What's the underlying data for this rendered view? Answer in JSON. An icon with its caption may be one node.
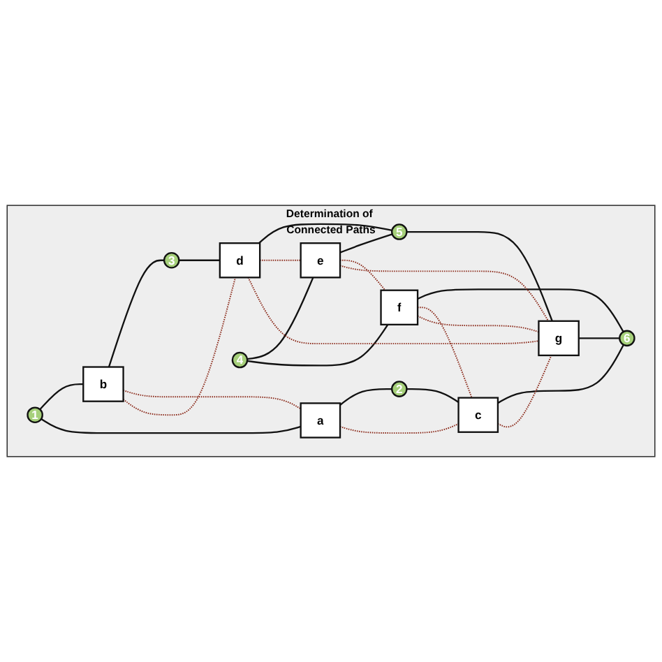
{
  "diagram": {
    "nodes": [
      {
        "text": [
          "Determination of Connected Paths"
        ]
      },
      {
        "text": [
          "1"
        ],
        "in": 0
      },
      {
        "text": [
          "a"
        ],
        "in": 0
      },
      {
        "text": [
          "b"
        ],
        "in": 0
      },
      {
        "text": [
          "2"
        ],
        "in": 0
      },
      {
        "text": [
          "3"
        ],
        "in": 0
      },
      {
        "text": [
          "c"
        ],
        "in": 0
      },
      {
        "text": [
          "4"
        ],
        "in": 0
      },
      {
        "text": [
          "d"
        ],
        "in": 0
      },
      {
        "text": [
          "e"
        ],
        "in": 0
      },
      {
        "text": [
          "f"
        ],
        "in": 0
      },
      {
        "text": [
          "5"
        ],
        "in": 0
      },
      {
        "text": [
          "g"
        ],
        "in": 0
      },
      {
        "text": [
          "6"
        ],
        "in": 0
      }
    ],
    "edges": [
      {
        "from": 1,
        "to": 3,
        "arrow": "none"
      },
      {
        "from": 3,
        "to": 5,
        "arrow": "none"
      },
      {
        "from": 1,
        "to": 2,
        "arrow": "none"
      },
      {
        "from": 2,
        "to": 4,
        "arrow": "none"
      },
      {
        "from": 4,
        "to": 6,
        "arrow": "none"
      },
      {
        "from": 6,
        "to": 13,
        "arrow": "none"
      },
      {
        "from": 5,
        "to": 8,
        "arrow": "none"
      },
      {
        "from": 8,
        "to": 11,
        "arrow": "none"
      },
      {
        "from": 7,
        "to": 9,
        "arrow": "none"
      },
      {
        "from": 9,
        "to": 11,
        "arrow": "none"
      },
      {
        "from": 7,
        "to": 10,
        "arrow": "none"
      },
      {
        "from": 10,
        "to": 13,
        "arrow": "none"
      },
      {
        "from": 11,
        "to": 12,
        "arrow": "none"
      },
      {
        "from": 12,
        "to": 13,
        "arrow": "none"
      },
      {
        "from": 3,
        "to": 2,
        "arrow": "none",
        "style": "dashed",
        "color": "#8b2a1a"
      },
      {
        "from": 2,
        "to": 6,
        "arrow": "none",
        "style": "dashed",
        "color": "#8b2a1a"
      },
      {
        "from": 3,
        "to": 8,
        "arrow": "none",
        "style": "dashed",
        "color": "#8b2a1a"
      },
      {
        "from": 8,
        "to": 9,
        "arrow": "none",
        "style": "dashed",
        "color": "#8b2a1a"
      },
      {
        "from": 9,
        "to": 10,
        "arrow": "none",
        "style": "dashed",
        "color": "#8b2a1a"
      },
      {
        "from": 10,
        "to": 6,
        "arrow": "none",
        "style": "dashed",
        "color": "#8b2a1a"
      },
      {
        "from": 6,
        "to": 12,
        "arrow": "none",
        "style": "dashed",
        "color": "#8b2a1a"
      },
      {
        "from": 8,
        "to": 12,
        "arrow": "none",
        "style": "dashed",
        "color": "#8b2a1a"
      },
      {
        "from": 9,
        "to": 12,
        "arrow": "none",
        "style": "dashed",
        "color": "#8b2a1a"
      },
      {
        "from": 10,
        "to": 12,
        "arrow": "none",
        "style": "dashed",
        "color": "#8b2a1a"
      }
    ]
  }
}
